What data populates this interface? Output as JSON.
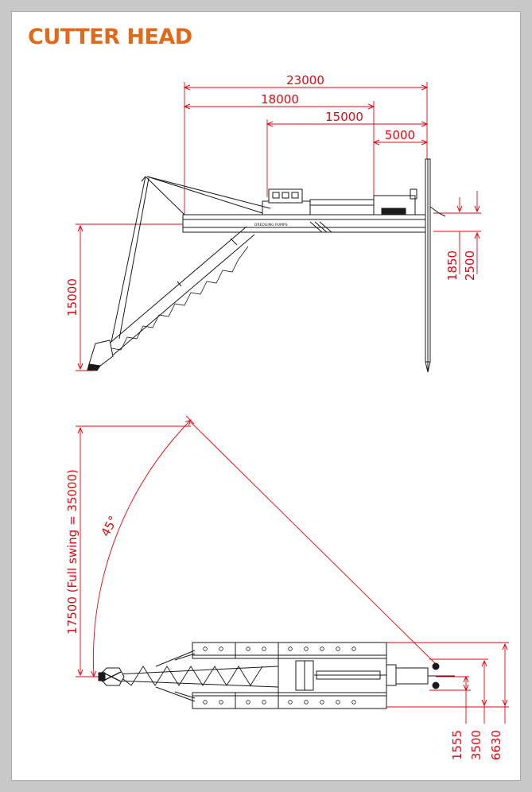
{
  "title": "CUTTER HEAD",
  "colors": {
    "title": "#e06a1c",
    "dimension": "#e30613",
    "drawing": "#1a1a1a",
    "frame": "#c8c8c8"
  },
  "side_view": {
    "horizontal_dims": [
      "23000",
      "18000",
      "15000",
      "5000"
    ],
    "vertical_dims": [
      "15000",
      "1850",
      "2500"
    ],
    "hull_label": "DREDGING PUMPS"
  },
  "top_view": {
    "swing_label": "17500 (Full swing = 35000)",
    "angle_label": "45°",
    "width_dims": [
      "1555",
      "3500",
      "6630"
    ]
  }
}
